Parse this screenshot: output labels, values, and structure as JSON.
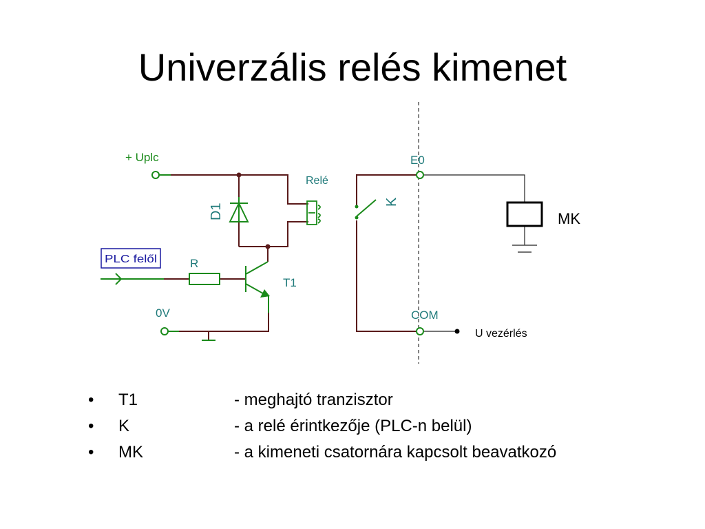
{
  "title": "Univerzális relés kimenet",
  "diagram": {
    "labels": {
      "uplc": "+ Uplc",
      "d1": "D1",
      "rele": "Relé",
      "k": "K",
      "e0": "E0",
      "mk": "MK",
      "plc_felol": "PLC felől",
      "r": "R",
      "t1": "T1",
      "zero_v": "0V",
      "com": "COM",
      "u_vezerles": "U vezérlés"
    },
    "colors": {
      "wire": "#5a1a1a",
      "component": "#1a8a1a",
      "label": "#1f7a7a",
      "plc_box": "#1a1aa0",
      "separator": "#333333"
    }
  },
  "legend": [
    {
      "bullet": "•",
      "term": "T1",
      "desc": "- meghajtó tranzisztor"
    },
    {
      "bullet": "•",
      "term": "K",
      "desc": "- a relé érintkezője (PLC-n belül)"
    },
    {
      "bullet": "•",
      "term": "MK",
      "desc": "- a kimeneti csatornára kapcsolt beavatkozó"
    }
  ]
}
